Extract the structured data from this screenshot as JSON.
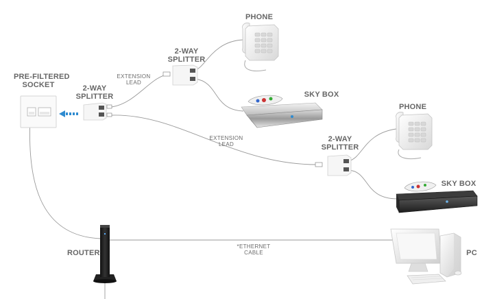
{
  "labels": {
    "socket": "PRE-FILTERED\nSOCKET",
    "splitter_left": "2-WAY\nSPLITTER",
    "splitter_top": "2-WAY\nSPLITTER",
    "splitter_right": "2-WAY\nSPLITTER",
    "extension_top": "EXTENSION\nLEAD",
    "extension_mid": "EXTENSION\nLEAD",
    "phone_top": "PHONE",
    "phone_right": "PHONE",
    "skybox_top": "SKY BOX",
    "skybox_right": "SKY BOX",
    "router": "ROUTER",
    "ethernet": "*ETHERNET\nCABLE",
    "pc": "PC"
  },
  "colors": {
    "arrow": "#2e8bd0",
    "wire": "#9a9a9a",
    "label": "#666666"
  }
}
